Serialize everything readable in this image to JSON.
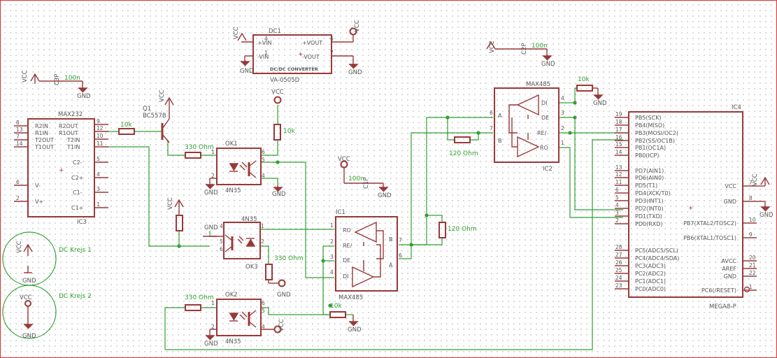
{
  "schematic": {
    "parts": {
      "max232": {
        "name": "MAX232",
        "ref": "IC3",
        "left_pins": [
          {
            "num": "8",
            "label": "R2IN"
          },
          {
            "num": "13",
            "label": "R1IN"
          },
          {
            "num": "7",
            "label": "T2OUT"
          },
          {
            "num": "14",
            "label": "T1OUT"
          },
          {
            "num": "6",
            "label": "V-"
          },
          {
            "num": "2",
            "label": "V+"
          }
        ],
        "right_pins": [
          {
            "num": "9",
            "label": "R2OUT"
          },
          {
            "num": "12",
            "label": "R1OUT"
          },
          {
            "num": "10",
            "label": "T2IN"
          },
          {
            "num": "11",
            "label": "T1IN"
          },
          {
            "num": "5",
            "label": "C2-"
          },
          {
            "num": "4",
            "label": "C2+"
          },
          {
            "num": "3",
            "label": "C1-"
          },
          {
            "num": "1",
            "label": "C1+"
          }
        ]
      },
      "dc1": {
        "name": "DC1",
        "model": "VA-0505D",
        "caption": "DC/DC CONVERTER",
        "pins": [
          {
            "num": "4",
            "label": "+VIN"
          },
          {
            "num": "1",
            "label": "-VIN"
          },
          {
            "num": "6",
            "label": "+VOUT"
          },
          {
            "num": "7",
            "label": "-VOUT"
          }
        ]
      },
      "q1": {
        "name": "Q1",
        "model": "BC557B"
      },
      "ok1": {
        "name": "OK1",
        "model": "4N35",
        "pins": [
          "1",
          "2",
          "4",
          "5",
          "6"
        ]
      },
      "ok2": {
        "name": "OK2",
        "model": "4N35",
        "pins": [
          "1",
          "2",
          "4",
          "5",
          "6"
        ]
      },
      "ok3": {
        "name": "OK3",
        "model": "4N35",
        "pins": [
          "1",
          "2",
          "4",
          "5",
          "6"
        ]
      },
      "ic1": {
        "name": "IC1",
        "model": "MAX485",
        "pins": [
          {
            "num": "1",
            "label": "RO"
          },
          {
            "num": "2",
            "label": "RE/"
          },
          {
            "num": "3",
            "label": "DE"
          },
          {
            "num": "4",
            "label": "DI"
          },
          {
            "num": "7",
            "label": "B"
          },
          {
            "num": "6",
            "label": "A"
          }
        ]
      },
      "ic2": {
        "name": "IC2",
        "model": "MAX485",
        "pins": [
          {
            "num": "6",
            "label": "A"
          },
          {
            "num": "7",
            "label": "B"
          },
          {
            "num": "4",
            "label": "DI"
          },
          {
            "num": "3",
            "label": "DE"
          },
          {
            "num": "2",
            "label": "RE/"
          },
          {
            "num": "1",
            "label": "RO"
          }
        ]
      },
      "ic4": {
        "name": "IC4",
        "model": "MEGA8-P",
        "left_pins": [
          {
            "num": "19",
            "label": "PB5(SCK)"
          },
          {
            "num": "18",
            "label": "PB4(MISO)"
          },
          {
            "num": "17",
            "label": "PB3(MOSI/OC2)"
          },
          {
            "num": "16",
            "label": "PB2(SS/OC1B)"
          },
          {
            "num": "15",
            "label": "PB1(OC1A)"
          },
          {
            "num": "14",
            "label": "PB0(ICP)"
          },
          {
            "num": "13",
            "label": "PD7(AIN1)"
          },
          {
            "num": "12",
            "label": "PD6(AIN0)"
          },
          {
            "num": "11",
            "label": "PD5(T1)"
          },
          {
            "num": "6",
            "label": "PD4(XCK/T0)"
          },
          {
            "num": "5",
            "label": "PD3(INT1)"
          },
          {
            "num": "4",
            "label": "PD2(INT0)"
          },
          {
            "num": "3",
            "label": "PD1(TXD)"
          },
          {
            "num": "2",
            "label": "PD0(RXD)"
          },
          {
            "num": "28",
            "label": "PC5(ADC5/SCL)"
          },
          {
            "num": "27",
            "label": "PC4(ADC4/SDA)"
          },
          {
            "num": "26",
            "label": "PC3(ADC3)"
          },
          {
            "num": "25",
            "label": "PC2(ADC2)"
          },
          {
            "num": "24",
            "label": "PC1(ADC1)"
          },
          {
            "num": "23",
            "label": "PC0(ADC0)"
          }
        ],
        "right_pins": [
          {
            "num": "7",
            "label": "VCC"
          },
          {
            "num": "8",
            "label": "GND"
          },
          {
            "num": "10",
            "label": "PB7(XTAL2/TOSC2)"
          },
          {
            "num": "9",
            "label": "PB6(XTAL1/TOSC1)"
          },
          {
            "num": "20",
            "label": "AVCC"
          },
          {
            "num": "21",
            "label": "AREF"
          },
          {
            "num": "22",
            "label": "GND"
          },
          {
            "num": "1",
            "label": "PC6(/RESET)"
          }
        ]
      }
    },
    "values": {
      "r_10k": "10k",
      "r_330": "330 Ohm",
      "r_120": "120 Ohm"
    },
    "supplies": {
      "vcc": "VCC",
      "gnd": "GND"
    },
    "caps": {
      "c1": "C1P",
      "c2": "C2P",
      "c3": "C3P",
      "c1_val": "100n"
    },
    "circles": [
      {
        "label": "DC Krejs 1"
      },
      {
        "label": "DC Krejs 2"
      }
    ]
  }
}
